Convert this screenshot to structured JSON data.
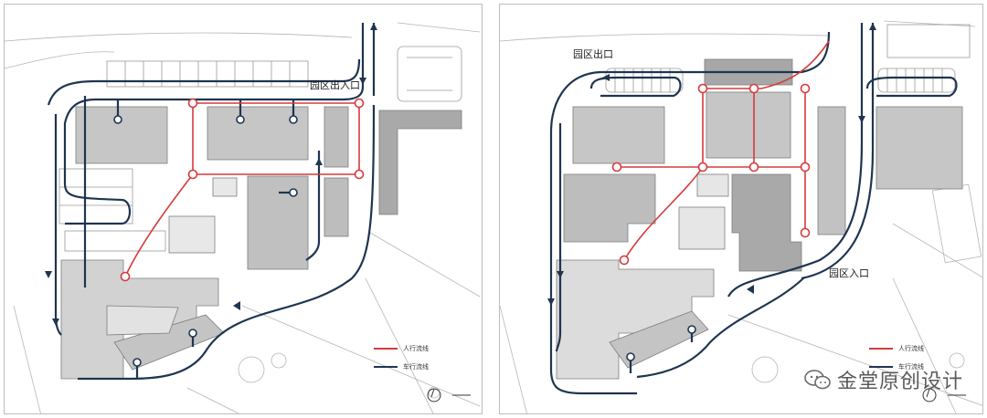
{
  "left_plan": {
    "labels": {
      "park_entrance_exit": "园区出入口"
    },
    "legend": {
      "pedestrian": "人行流线",
      "vehicle": "车行流线"
    }
  },
  "right_plan": {
    "labels": {
      "park_exit": "园区出口",
      "park_entrance": "园区入口"
    },
    "legend": {
      "pedestrian": "人行流线",
      "vehicle": "车行流线"
    }
  },
  "watermark": {
    "text": "金堂原创设计",
    "icon": "wechat-icon"
  },
  "colors": {
    "pedestrian": "#d63a3a",
    "vehicle": "#1f3550",
    "building": "#c8c8c8",
    "building_dark": "#a7a7a7",
    "site_line": "#9a9a9a"
  }
}
